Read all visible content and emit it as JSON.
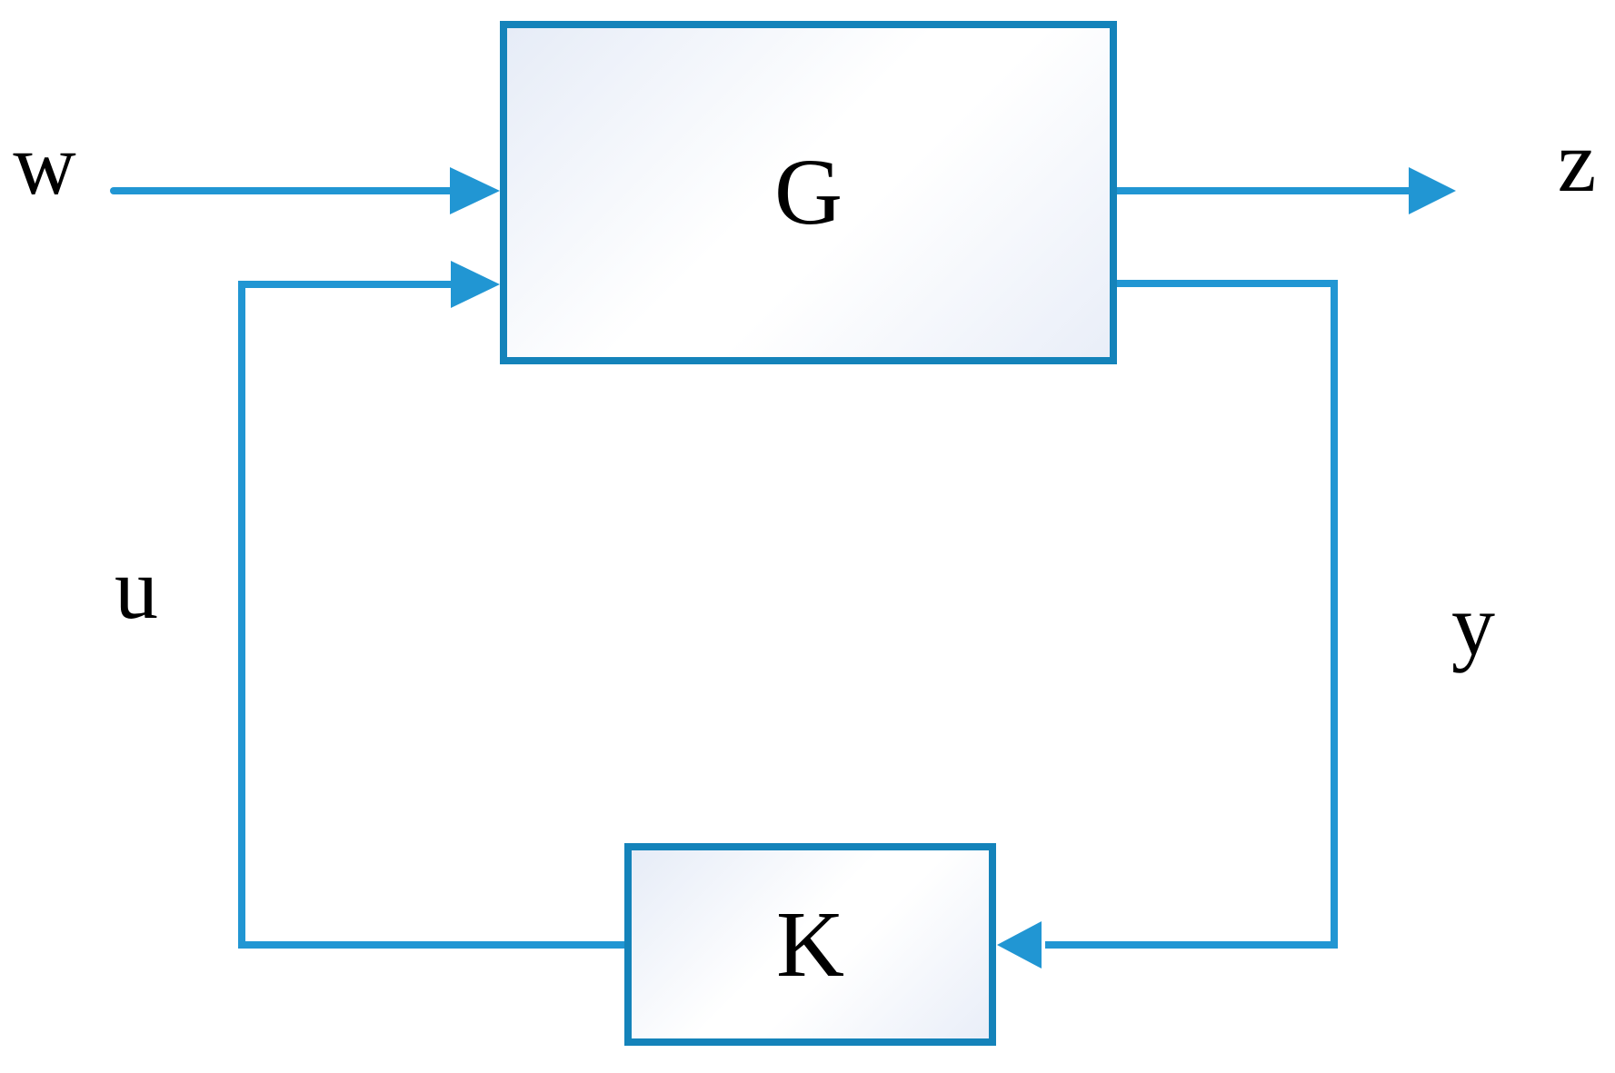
{
  "diagram": {
    "blocks": {
      "plant": {
        "label": "G"
      },
      "controller": {
        "label": "K"
      }
    },
    "signals": {
      "w": {
        "label": "w",
        "from": "external",
        "to": "G"
      },
      "z": {
        "label": "z",
        "from": "G",
        "to": "external"
      },
      "u": {
        "label": "u",
        "from": "K",
        "to": "G"
      },
      "y": {
        "label": "y",
        "from": "G",
        "to": "K"
      }
    },
    "colors": {
      "line": "#2196d3",
      "block_border": "#1483ba",
      "block_fill_start": "#e6ecf7",
      "block_fill_mid": "#ffffff",
      "block_fill_end": "#e9eef8",
      "label_text": "#000000",
      "background": "#ffffff"
    }
  }
}
